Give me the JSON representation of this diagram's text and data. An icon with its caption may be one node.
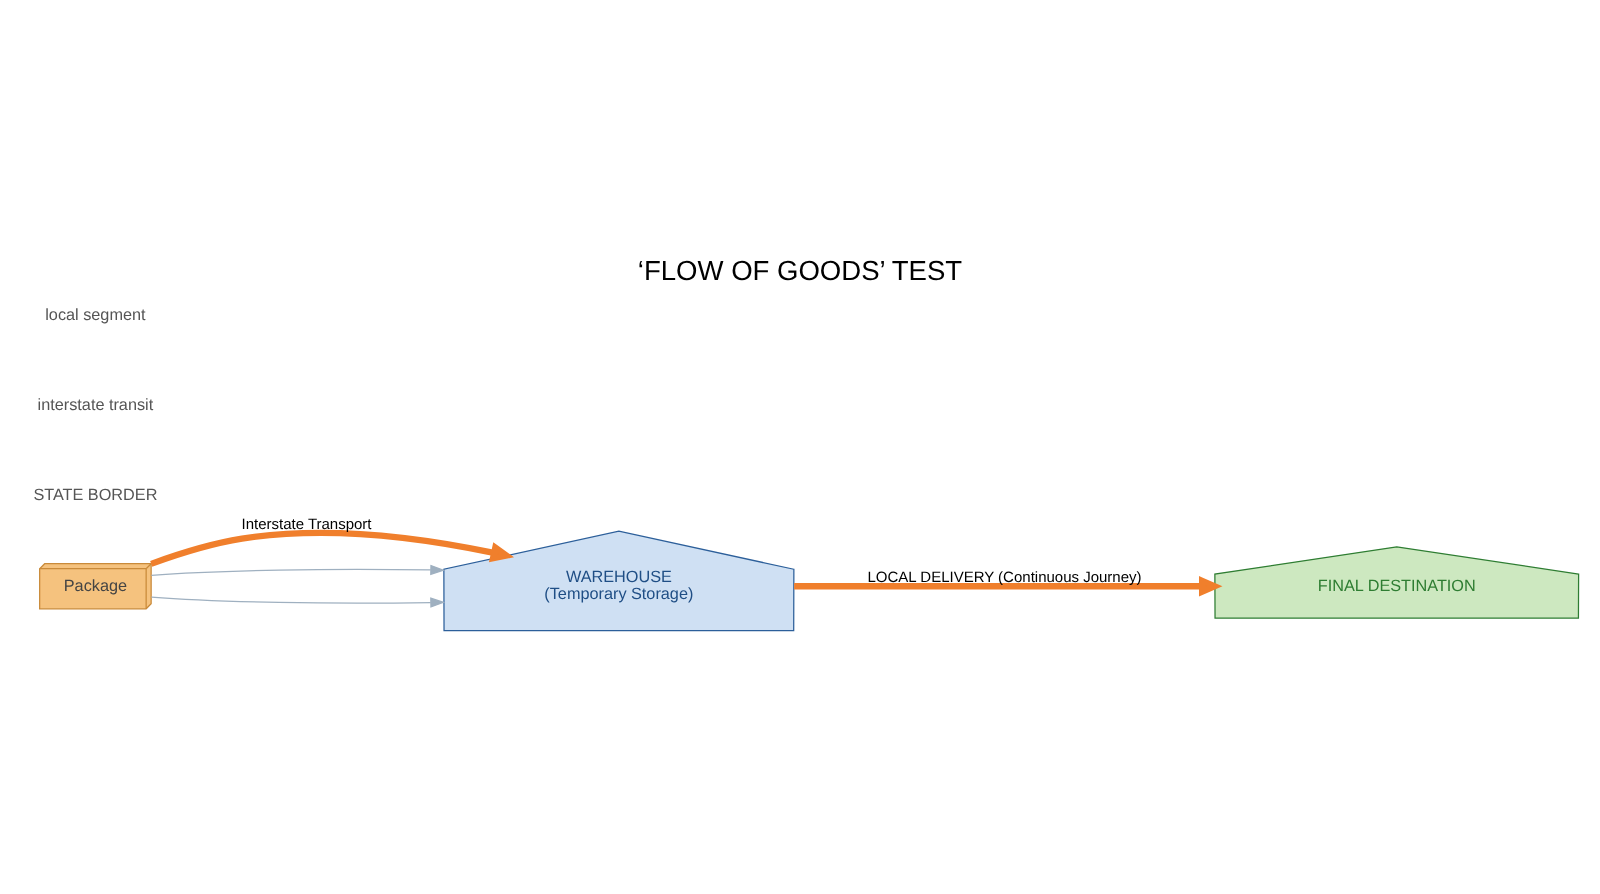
{
  "diagram": {
    "title": "‘FLOW OF GOODS’ TEST",
    "nodes": [
      {
        "text": [
          "Package"
        ]
      },
      {
        "text": [
          "WAREHOUSE",
          "(Temporary Storage)"
        ]
      },
      {
        "text": [
          "FINAL DESTINATION"
        ]
      }
    ],
    "edges": [
      {
        "from": 0,
        "to": 1,
        "arrow": "to",
        "label": "Interstate Transport",
        "style": "thick",
        "color": "#f07f2c"
      },
      {
        "from": 0,
        "to": 1,
        "arrow": "to",
        "color": "#9fb0c0"
      },
      {
        "from": 0,
        "to": 1,
        "arrow": "to",
        "color": "#9fb0c0"
      },
      {
        "from": 1,
        "to": 2,
        "arrow": "to",
        "label": "LOCAL DELIVERY (Continuous Journey)",
        "style": "thick",
        "color": "#f07f2c"
      }
    ],
    "labels": [
      "STATE BORDER",
      "interstate transit",
      "local segment"
    ]
  }
}
